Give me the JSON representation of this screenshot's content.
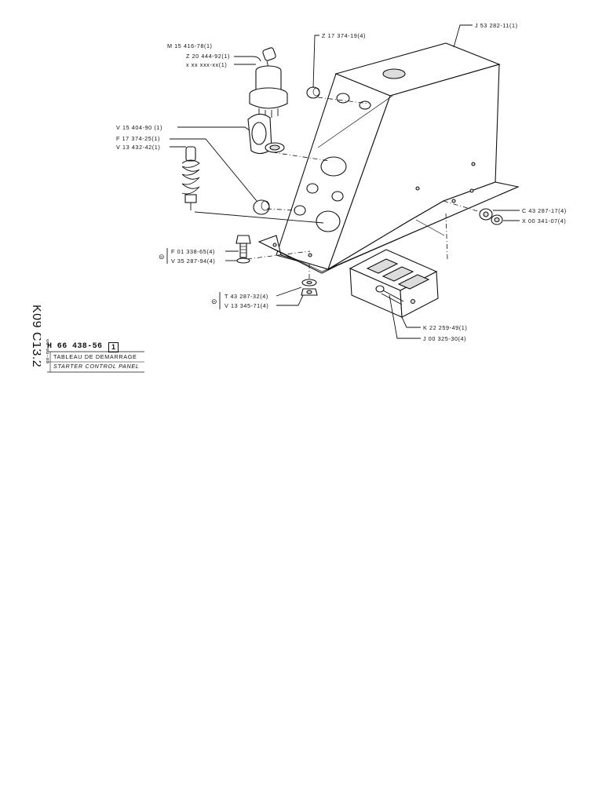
{
  "sheet": {
    "code_vertical": "K09 C13.2",
    "date": "06-03-85",
    "drawing_number": "H 66 438-56",
    "revision": "1",
    "title_fr": "TABLEAU DE DEMARRAGE",
    "title_en": "STARTER CONTROL PANEL"
  },
  "callouts": [
    {
      "id": "key-switch",
      "text": "M 15 416-78(1)"
    },
    {
      "id": "key",
      "text": "Z 20 444-92(1)"
    },
    {
      "id": "key-blank",
      "text": "x xx xxx-xx(1)"
    },
    {
      "id": "switch-cover",
      "text": "V 15 404-90 (1)"
    },
    {
      "id": "plug-small",
      "text": "F 17 374-25(1)"
    },
    {
      "id": "push-button",
      "text": "V 13 432-42(1)"
    },
    {
      "id": "grommet",
      "text": "Z 17 374-19(4)"
    },
    {
      "id": "panel-box",
      "text": "J 53 282-11(1)"
    },
    {
      "id": "nut-right",
      "text": "C 43 287-17(4)"
    },
    {
      "id": "washer-right",
      "text": "X 00 341-07(4)"
    },
    {
      "id": "bolt",
      "text": "F 01 338-65(4)"
    },
    {
      "id": "washer-bolt",
      "text": "V 35 287-94(4)"
    },
    {
      "id": "nut-lower",
      "text": "T 43 287-32(4)"
    },
    {
      "id": "washer-lower",
      "text": "V 13 345-71(4)"
    },
    {
      "id": "bracket",
      "text": "K 22 259-49(1)"
    },
    {
      "id": "bracket-bolt",
      "text": "J 00 325-30(4)"
    }
  ],
  "symbols": {
    "torque_mark_upper": "⊝",
    "torque_mark_lower": "⊝"
  }
}
